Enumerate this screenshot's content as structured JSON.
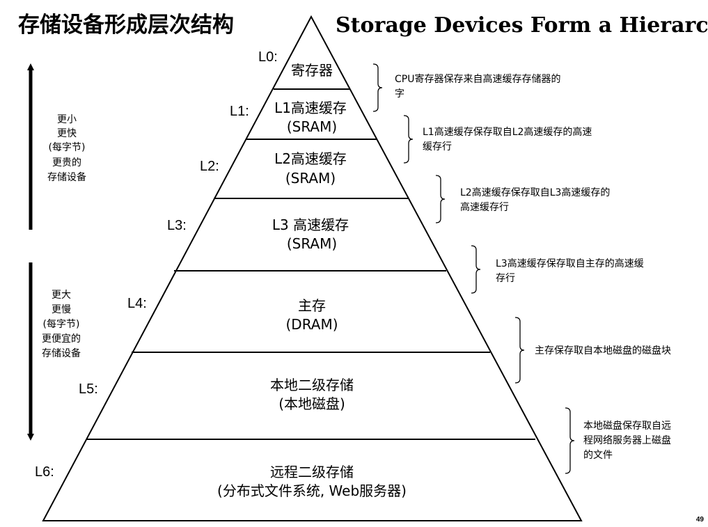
{
  "title_cn": "存储设备形成层次结构",
  "title_en": "Storage Devices Form a Hierarchy",
  "page_number": "49",
  "left_top": [
    "更小",
    "更快",
    "(每字节)",
    "更贵的",
    "存储设备"
  ],
  "left_bottom": [
    "更大",
    "更慢",
    "(每字节)",
    "更便宜的",
    "存储设备"
  ],
  "levels": [
    {
      "id": "L0:",
      "lines": [
        "寄存器"
      ]
    },
    {
      "id": "L1:",
      "lines": [
        "L1高速缓存",
        "(SRAM)"
      ]
    },
    {
      "id": "L2:",
      "lines": [
        "L2高速缓存",
        "(SRAM)"
      ]
    },
    {
      "id": "L3:",
      "lines": [
        "L3 高速缓存",
        "(SRAM)"
      ]
    },
    {
      "id": "L4:",
      "lines": [
        "主存",
        "(DRAM)"
      ]
    },
    {
      "id": "L5:",
      "lines": [
        "本地二级存储",
        "(本地磁盘)"
      ]
    },
    {
      "id": "L6:",
      "lines": [
        "远程二级存储",
        "(分布式文件系统, Web服务器)"
      ]
    }
  ],
  "notes": [
    [
      "CPU寄存器保存来自高速缓存存储器的",
      "字"
    ],
    [
      "L1高速缓存保存取自L2高速缓存的高速",
      "缓存行"
    ],
    [
      "L2高速缓存保存取自L3高速缓存的",
      "高速缓存行"
    ],
    [
      "L3高速缓存保存取自主存的高速缓",
      "存行"
    ],
    [
      "主存保存取自本地磁盘的磁盘块"
    ],
    [
      "本地磁盘保存取自远",
      "程网络服务器上磁盘",
      "的文件"
    ]
  ]
}
